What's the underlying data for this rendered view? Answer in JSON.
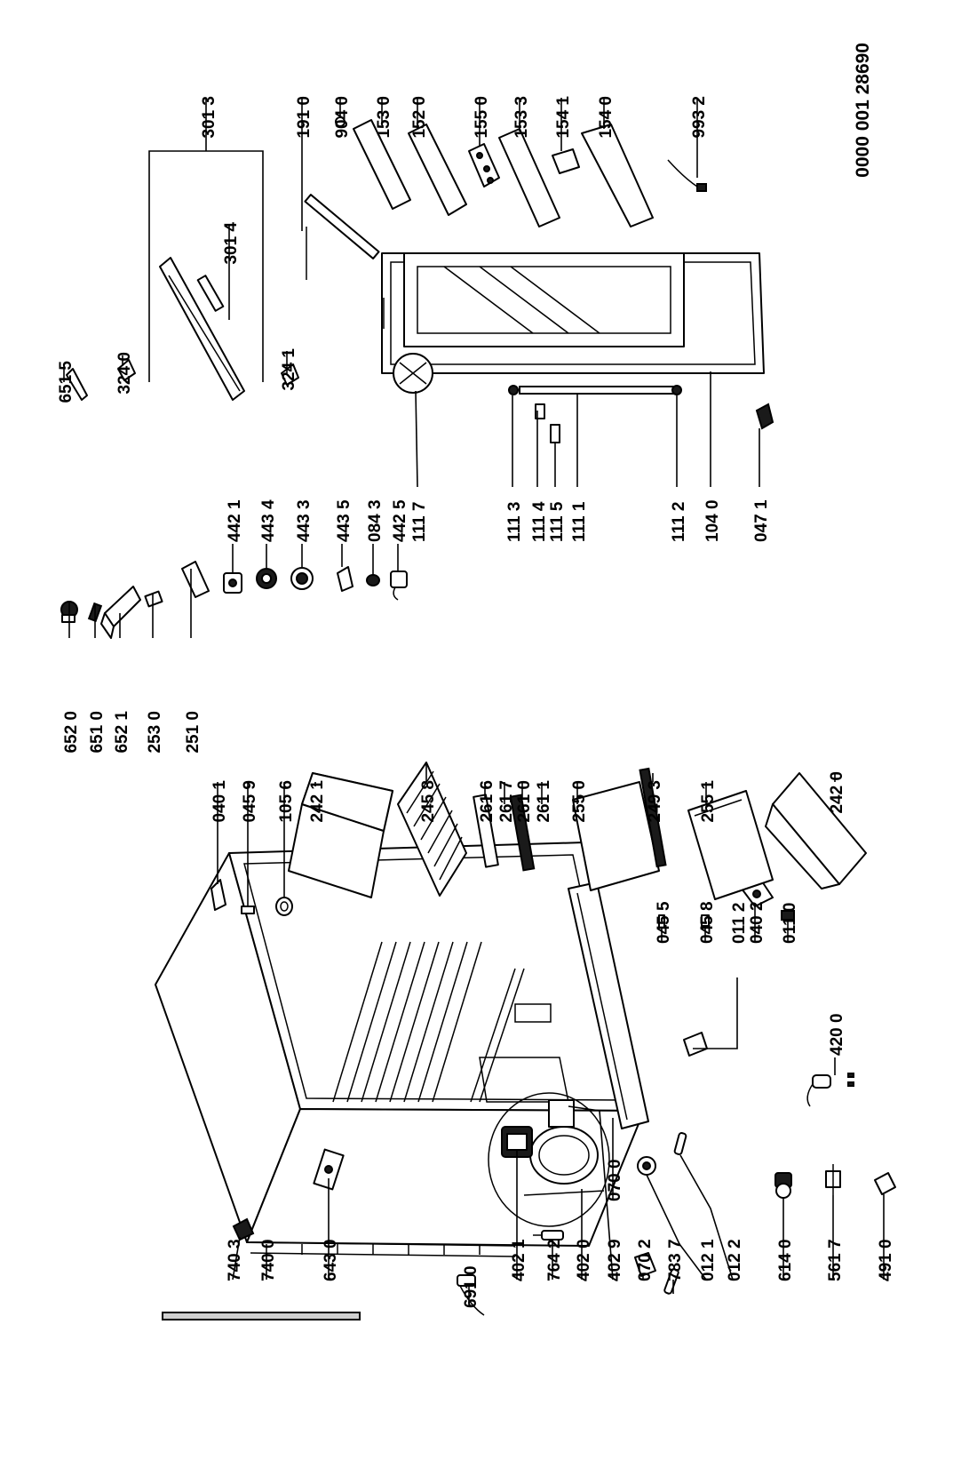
{
  "drawing_number": "0000 001 28690",
  "labels": {
    "l_3013": "301 3",
    "l_3014": "301 4",
    "l_6515": "651 5",
    "l_3240": "324 0",
    "l_3241": "324 1",
    "l_1910": "191 0",
    "l_9040": "904 0",
    "l_1530": "153 0",
    "l_1520": "152 0",
    "l_1550": "155 0",
    "l_1533": "153 3",
    "l_1541": "154 1",
    "l_1540": "154 0",
    "l_9932": "993 2",
    "l_4421": "442 1",
    "l_4434": "443 4",
    "l_4433": "443 3",
    "l_4435": "443 5",
    "l_0843": "084 3",
    "l_4425": "442 5",
    "l_1117": "111 7",
    "l_1113": "111 3",
    "l_1114": "111 4",
    "l_1115": "111 5",
    "l_1111": "111 1",
    "l_1112": "111 2",
    "l_1040": "104 0",
    "l_0471": "047 1",
    "l_6520": "652 0",
    "l_6510": "651 0",
    "l_6521": "652 1",
    "l_2530": "253 0",
    "l_2510": "251 0",
    "l_0401": "040 1",
    "l_0459": "045 9",
    "l_1056": "105 6",
    "l_2421": "242 1",
    "l_2458": "245 8",
    "l_2616": "261 6",
    "l_2617": "261 7",
    "l_2610": "261 0",
    "l_2611": "261 1",
    "l_2550": "255 0",
    "l_2493": "249 3",
    "l_2551": "255 1",
    "l_2420": "242 0",
    "l_0700": "070 0",
    "l_0455": "045 5",
    "l_0458": "045 8",
    "l_0112": "011 2",
    "l_0402": "040 2",
    "l_0110": "011 0",
    "l_4200": "420 0",
    "l_7403": "740 3",
    "l_7400": "740 0",
    "l_6430": "643 0",
    "l_6910": "691 0",
    "l_4021": "402 1",
    "l_7642": "764 2",
    "l_4020": "402 0",
    "l_4029": "402 9",
    "l_0702": "070 2",
    "l_7837": "783 7",
    "l_0121": "012 1",
    "l_0122": "012 2",
    "l_6140": "614 0",
    "l_5617": "561 7",
    "l_4910": "491 0"
  }
}
